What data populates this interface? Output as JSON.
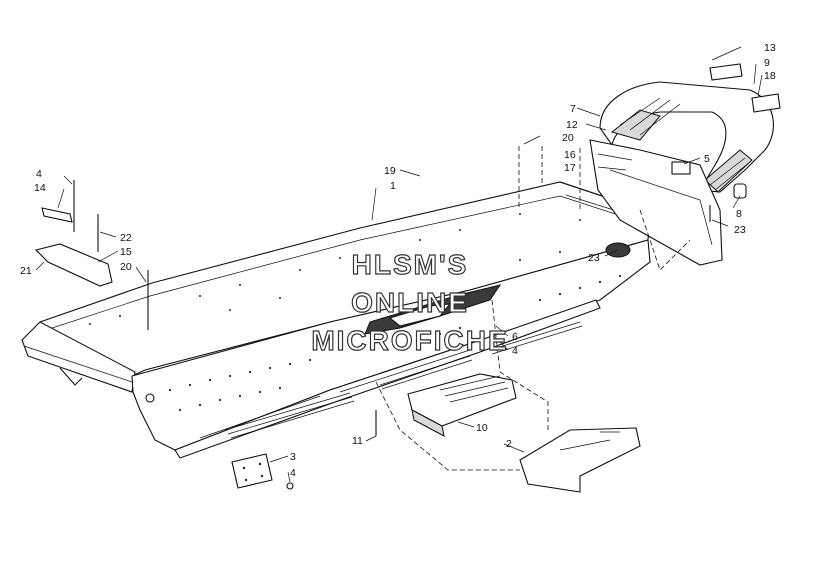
{
  "watermark": {
    "line1": "HLSM'S",
    "line2": "ONLINE",
    "line3": "MICROFICHE"
  },
  "callouts": [
    {
      "id": "c13",
      "text": "13"
    },
    {
      "id": "c9",
      "text": "9"
    },
    {
      "id": "c18",
      "text": "18"
    },
    {
      "id": "c7",
      "text": "7"
    },
    {
      "id": "c12",
      "text": "12"
    },
    {
      "id": "c20a",
      "text": "20"
    },
    {
      "id": "c16",
      "text": "16"
    },
    {
      "id": "c5",
      "text": "5"
    },
    {
      "id": "c17",
      "text": "17"
    },
    {
      "id": "c8",
      "text": "8"
    },
    {
      "id": "c23a",
      "text": "23"
    },
    {
      "id": "c23b",
      "text": "23"
    },
    {
      "id": "c19",
      "text": "19"
    },
    {
      "id": "c1",
      "text": "1"
    },
    {
      "id": "c4a",
      "text": "4"
    },
    {
      "id": "c14",
      "text": "14"
    },
    {
      "id": "c22",
      "text": "22"
    },
    {
      "id": "c15",
      "text": "15"
    },
    {
      "id": "c21",
      "text": "21"
    },
    {
      "id": "c20b",
      "text": "20"
    },
    {
      "id": "c6",
      "text": "6"
    },
    {
      "id": "c4b",
      "text": "4"
    },
    {
      "id": "c11",
      "text": "11"
    },
    {
      "id": "c10",
      "text": "10"
    },
    {
      "id": "c2",
      "text": "2"
    },
    {
      "id": "c3",
      "text": "3"
    },
    {
      "id": "c4c",
      "text": "4"
    }
  ]
}
